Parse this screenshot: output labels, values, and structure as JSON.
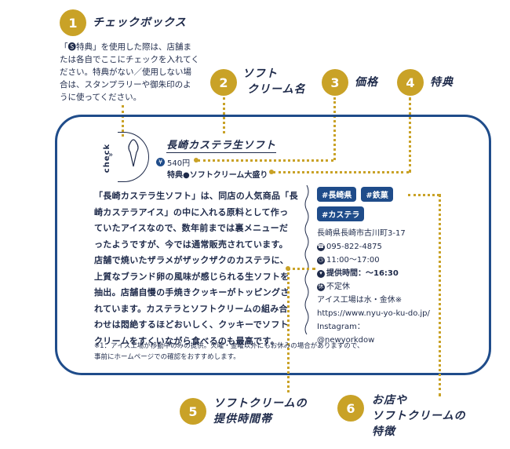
{
  "callouts": [
    {
      "num": "1",
      "label": "チェックボックス"
    },
    {
      "num": "2",
      "label": "ソフト クリーム名"
    },
    {
      "num": "3",
      "label": "価格"
    },
    {
      "num": "4",
      "label": "特典"
    },
    {
      "num": "5",
      "label": "ソフトクリームの 提供時間帯"
    },
    {
      "num": "6",
      "label": "お店や ソフトクリームの 特徴"
    }
  ],
  "label2_lines": [
    "ソフト",
    "クリーム名"
  ],
  "label5_lines": [
    "ソフトクリームの",
    "提供時間帯"
  ],
  "label6_lines": [
    "お店や",
    "ソフトクリームの",
    "特徴"
  ],
  "checkbox_note_lines": [
    "「🅢特典」を使用した際は、店舗ま",
    "たは各自でここにチェックを入れてく",
    "ださい。特典がない／使用しない場",
    "合は、スタンプラリーや御朱印のよ",
    "うに使ってください。"
  ],
  "card": {
    "check_label": "check",
    "title": "長崎カステラ生ソフト",
    "price": "540円",
    "perk_label": "特典●ソフトクリーム大盛り",
    "description_lines": [
      "「長崎カステラ生ソフト」は、同店の人気商品「長",
      "崎カステラアイス」の中に入れる原料として作っ",
      "ていたアイスなので、数年前までは裏メニューだ",
      "ったようですが、今では通常販売されています。",
      "店舗で焼いたザラメがザックザクのカステラに、",
      "上質なブランド卵の風味が感じられる生ソフトを",
      "抽出。店舗自慢の手焼きクッキーがトッピングさ",
      "れています。カステラとソフトクリームの組み合",
      "わせは悶絶するほどおいしく、クッキーでソフト",
      "クリームをすくいながら食べるのも最高です。"
    ],
    "tags": [
      "#長崎県",
      "#鉄菓",
      "#カステラ"
    ],
    "address": "長崎県長崎市古川町3-17",
    "phone": "095-822-4875",
    "hours": "11:00～17:00",
    "serve_time": "提供時間：～16:30",
    "closed": "不定休",
    "factory": "アイス工場は水・金休※",
    "url": "https://www.nyu-yo-ku-do.jp/",
    "instagram_label": "Instagram：",
    "instagram": "@newyorkdow",
    "footnote_lines": [
      "※1：アイス工場が移動中のみの提供。火曜・金曜以外にもお休みの場合がありますので、",
      "事前にホームページでの確認をおすすめします。"
    ]
  }
}
